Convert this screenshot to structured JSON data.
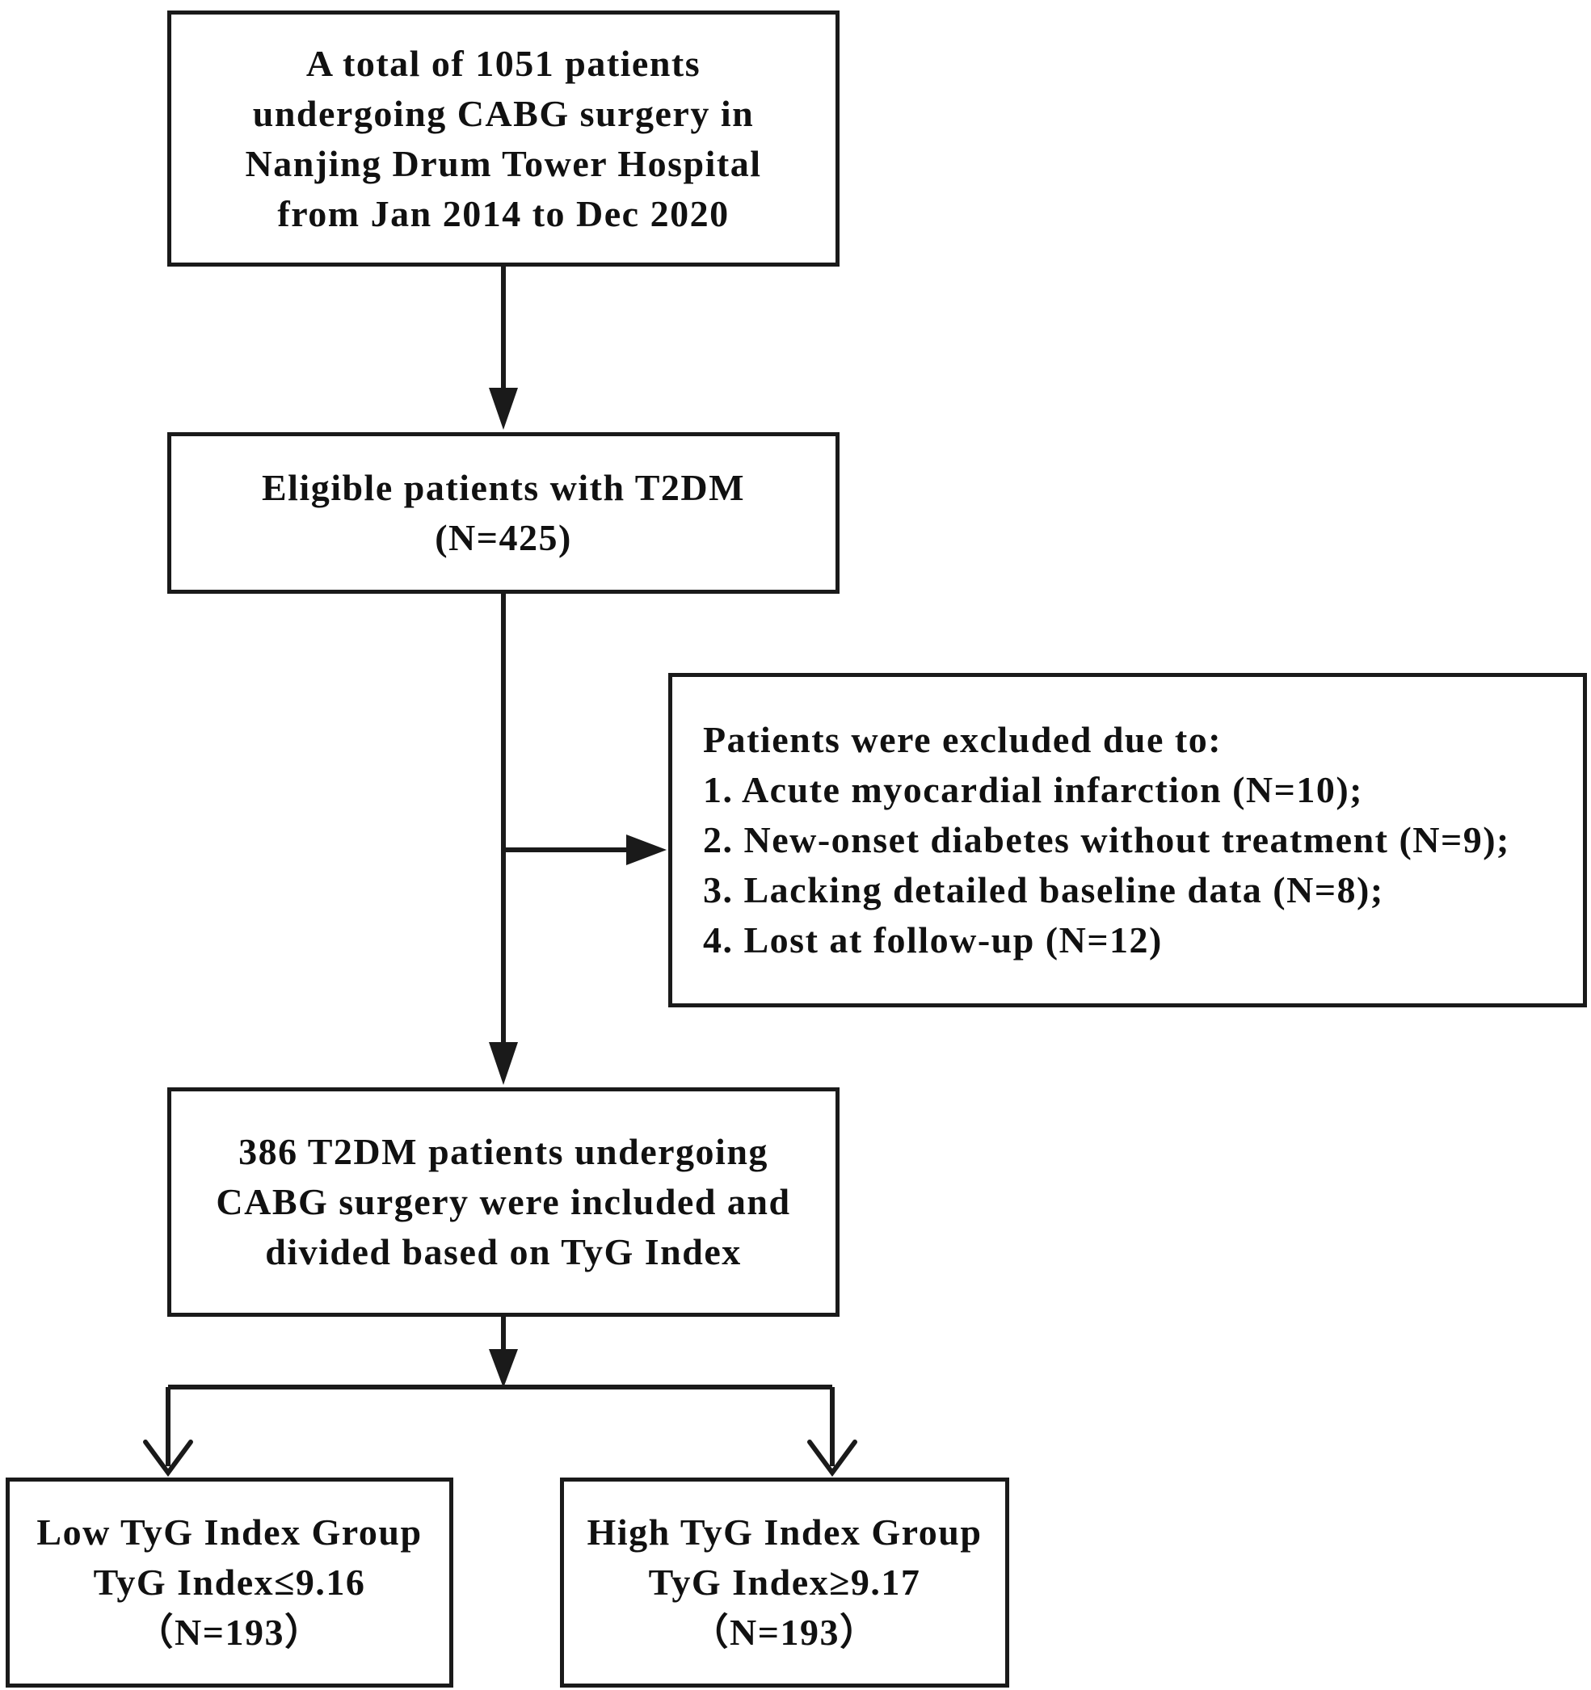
{
  "nodes": {
    "source": {
      "lines": [
        "A total of 1051 patients",
        "undergoing CABG surgery in",
        "Nanjing Drum Tower Hospital",
        "from Jan 2014 to Dec 2020"
      ]
    },
    "eligible": {
      "lines": [
        "Eligible patients with T2DM",
        "(N=425)"
      ]
    },
    "excluded": {
      "lines": [
        "Patients were excluded due to:",
        "1. Acute myocardial infarction (N=10);",
        "2. New-onset diabetes without treatment (N=9);",
        "3. Lacking detailed baseline data (N=8);",
        "4. Lost at follow-up (N=12)"
      ]
    },
    "included": {
      "lines": [
        "386 T2DM patients undergoing",
        "CABG surgery were included and",
        "divided based on TyG Index"
      ]
    },
    "low_group": {
      "lines": [
        "Low TyG Index Group",
        "TyG Index≤9.16",
        "（N=193）"
      ]
    },
    "high_group": {
      "lines": [
        "High TyG Index Group",
        "TyG Index≥9.17",
        "（N=193）"
      ]
    }
  },
  "edges": [
    {
      "from": "source",
      "to": "eligible"
    },
    {
      "from": "eligible",
      "to": "excluded"
    },
    {
      "from": "eligible",
      "to": "included"
    },
    {
      "from": "included",
      "to": "low_group"
    },
    {
      "from": "included",
      "to": "high_group"
    }
  ],
  "colors": {
    "line": "#1a1a1a",
    "background": "#ffffff"
  }
}
